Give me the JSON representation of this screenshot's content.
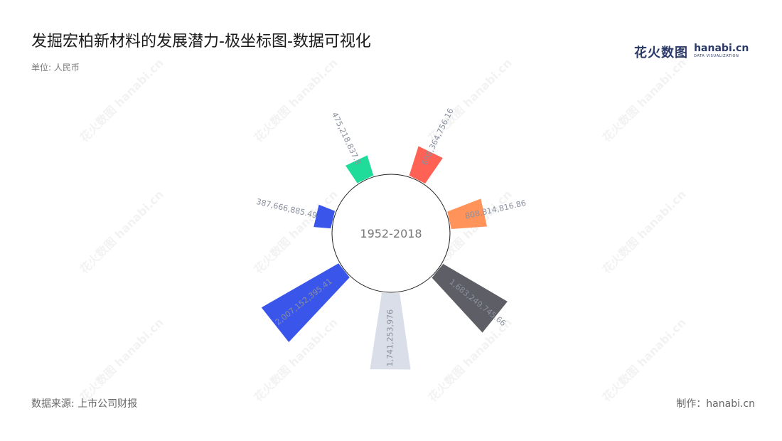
{
  "header": {
    "title": "发掘宏柏新材料的发展潜力-极坐标图-数据可视化",
    "unit": "单位: 人民币"
  },
  "logo": {
    "cn": "花火数图",
    "en": "hanabi.cn",
    "sub": "DATA VISUALIZATION"
  },
  "watermark": {
    "cn": "花火数图",
    "en": "hanabi.cn"
  },
  "footer": {
    "source": "数据来源: 上市公司财报",
    "credit": "制作：hanabi.cn"
  },
  "chart_data": {
    "type": "bar",
    "polar": true,
    "center_label": "1952-2018",
    "series": [
      {
        "value": 698364756.16,
        "label": "698,364,756.16",
        "color": "#ff6154"
      },
      {
        "value": 808814816.86,
        "label": "808,814,816.86",
        "color": "#ff935a"
      },
      {
        "value": 1683249745.66,
        "label": "1,683,249,745.66",
        "color": "#5e5e66"
      },
      {
        "value": 1741253976,
        "label": "1,741,253,976",
        "color": "#d9dee9"
      },
      {
        "value": 2007152395.41,
        "label": "2,007,152,395.41",
        "color": "#3a55ea"
      },
      {
        "value": 387666885.49,
        "label": "387,666,885.49",
        "color": "#3a55ea"
      },
      {
        "value": 475218837.8,
        "label": "475,218,837.8",
        "color": "#1fdc9a"
      }
    ]
  }
}
